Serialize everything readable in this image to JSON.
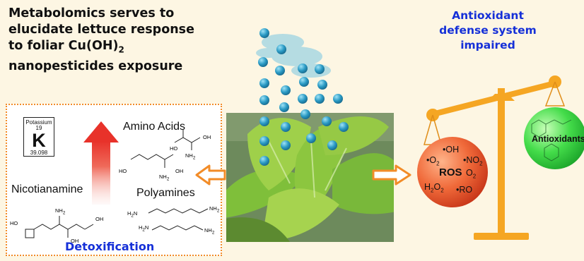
{
  "title_lines": [
    "Metabolomics serves to",
    "elucidate lettuce response",
    "to foliar Cu(OH)",
    "nanopesticides exposure"
  ],
  "title_subscript": "2",
  "detox": {
    "element_name": "Potassium",
    "atomic_number": "19",
    "symbol": "K",
    "atomic_weight": "39.098",
    "amino_acids": "Amino Acids",
    "nicotianamine": "Nicotianamine",
    "polyamines": "Polyamines",
    "detoxification": "Detoxification",
    "nh2": "NH",
    "nh2_sub": "2",
    "oh": "OH",
    "ho": "HO",
    "o": "O"
  },
  "antioxidant": {
    "line1": "Antioxidant",
    "line2": "defense system",
    "line3": "impaired",
    "ros_center": "ROS",
    "ros_species": {
      "oh": "•OH",
      "o2": "•O",
      "no2": "•NO",
      "o2b": "O",
      "h2o2": "H",
      "ro": "•RO"
    },
    "antioxidants": "Antioxidants"
  },
  "colors": {
    "title_text": "#111111",
    "accent_blue": "#1530d8",
    "orange": "#f28c28",
    "ros_sphere": "#e8552b",
    "antiox_sphere": "#3fd63f",
    "nano_dot": "#2a8fb8",
    "red_arrow": "#e8322a"
  }
}
